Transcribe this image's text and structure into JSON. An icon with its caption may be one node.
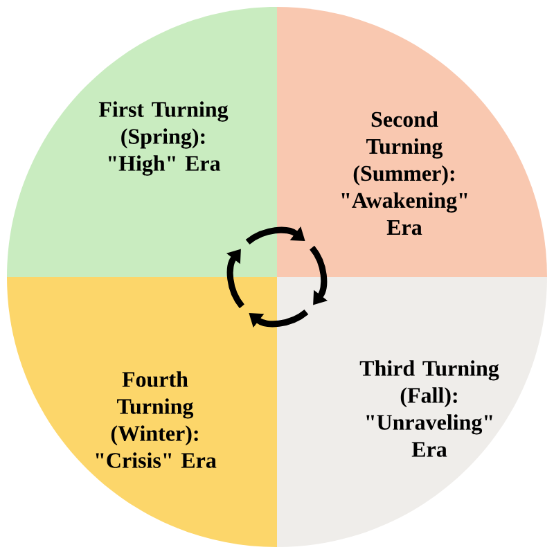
{
  "diagram": {
    "nodes": [
      {
        "text": [
          "First Turning (Spring): \"High\" Era"
        ]
      },
      {
        "text": [
          "Second Turning (Summer): \"Awakening\" Era"
        ]
      },
      {
        "text": [
          "Third Turning (Fall): \"Unraveling\" Era"
        ]
      },
      {
        "text": [
          "Fourth Turning (Winter): \"Crisis\" Era"
        ]
      }
    ],
    "edges": [
      {
        "from": 0,
        "to": 1,
        "arrow": "to"
      },
      {
        "from": 1,
        "to": 2,
        "arrow": "to"
      },
      {
        "from": 2,
        "to": 3,
        "arrow": "to"
      },
      {
        "from": 3,
        "to": 0,
        "arrow": "to"
      }
    ]
  }
}
